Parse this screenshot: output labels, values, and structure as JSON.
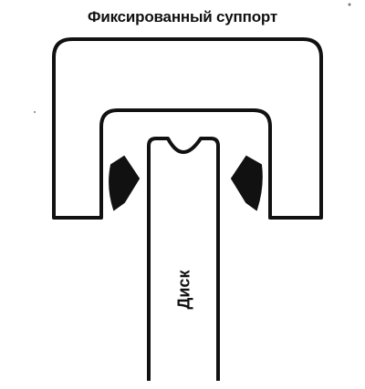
{
  "title": "Фиксированный суппорт",
  "disc_label": "Диск",
  "colors": {
    "ink": "#111111",
    "background": "#ffffff"
  },
  "parts": {
    "caliper": "fixed-caliper-body",
    "pads": [
      "left-brake-pad",
      "right-brake-pad"
    ],
    "disc": "brake-disc"
  }
}
